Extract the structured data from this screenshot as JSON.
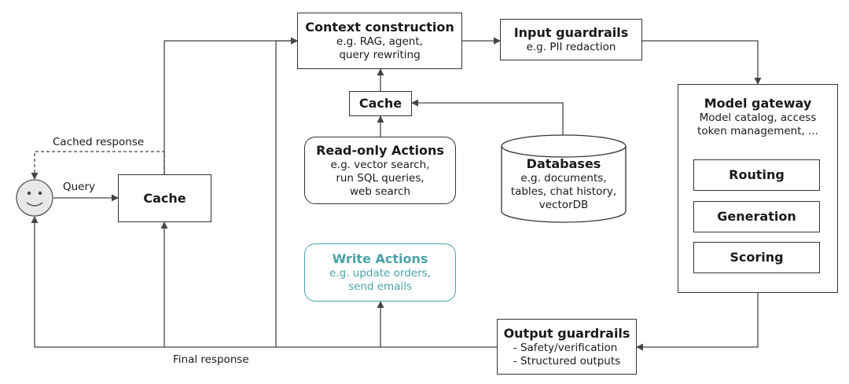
{
  "user": {
    "icon": "smiley-face-icon"
  },
  "labels": {
    "query": "Query",
    "cached_response": "Cached response",
    "final_response": "Final response"
  },
  "cache_main": {
    "title": "Cache"
  },
  "cache_top": {
    "title": "Cache"
  },
  "context": {
    "title": "Context construction",
    "sub1": "e.g. RAG, agent,",
    "sub2": "query rewriting"
  },
  "input_guardrails": {
    "title": "Input guardrails",
    "sub1": "e.g. PII redaction"
  },
  "readonly": {
    "title": "Read-only Actions",
    "sub1": "e.g. vector search,",
    "sub2": "run SQL queries,",
    "sub3": "web search"
  },
  "databases": {
    "title": "Databases",
    "sub1": "e.g. documents,",
    "sub2": "tables, chat history,",
    "sub3": "vectorDB"
  },
  "write_actions": {
    "title": "Write Actions",
    "sub1": "e.g. update orders,",
    "sub2": "send emails"
  },
  "model_gateway": {
    "title": "Model gateway",
    "sub1": "Model catalog, access",
    "sub2": "token management, ...",
    "routing": "Routing",
    "generation": "Generation",
    "scoring": "Scoring"
  },
  "output_guardrails": {
    "title": "Output guardrails",
    "sub1": "- Safety/verification",
    "sub2": "- Structured outputs"
  },
  "colors": {
    "line": "#444444",
    "write_accent": "#4aa3a6"
  }
}
